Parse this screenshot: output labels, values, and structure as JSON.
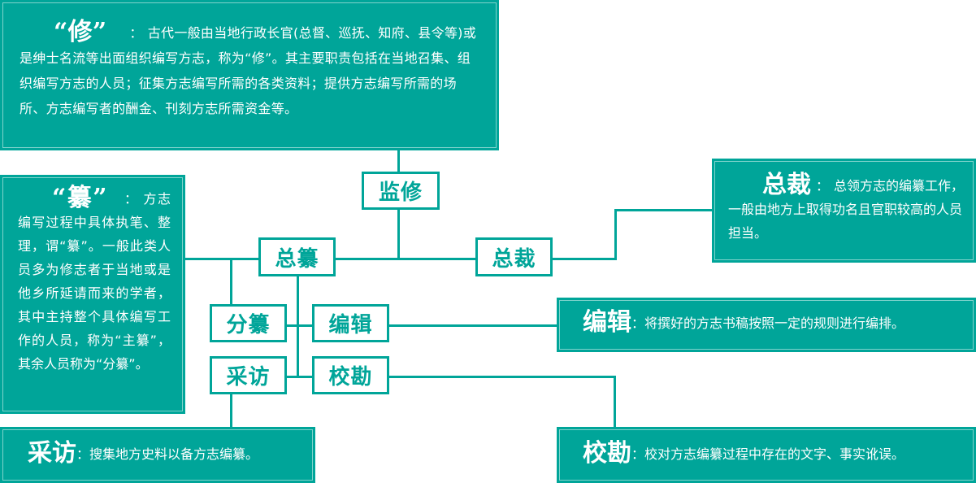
{
  "nodes": {
    "jianxiu": "监修",
    "zongzuan": "总纂",
    "zongcai": "总裁",
    "fenzuan": "分纂",
    "bianji": "编辑",
    "caifang": "采访",
    "jiaokan": "校勘"
  },
  "panels": {
    "xiu": {
      "term": "“修”",
      "colon": "：",
      "text": "古代一般由当地行政长官(总督、巡抚、知府、县令等)或是绅士名流等出面组织编写方志，称为“修”。其主要职责包括在当地召集、组织编写方志的人员；征集方志编写所需的各类资料；提供方志编写所需的场所、方志编写者的酬金、刊刻方志所需资金等。"
    },
    "zuan": {
      "term": "“纂”",
      "colon": "：",
      "text": "方志编写过程中具体执笔、整理，谓“纂”。一般此类人员多为修志者于当地或是他乡所延请而来的学者，其中主持整个具体编写工作的人员，称为“主纂”，其余人员称为“分纂”。"
    },
    "zongcai": {
      "term": "总裁",
      "colon": "：",
      "text": "总领方志的编纂工作，一般由地方上取得功名且官职较高的人员担当。"
    },
    "bianji": {
      "term": "编辑",
      "colon": "：",
      "text": "将撰好的方志书稿按照一定的规则进行编排。"
    },
    "caifang": {
      "term": "采访",
      "colon": "：",
      "text": "搜集地方史料以备方志编纂。"
    },
    "jiaokan": {
      "term": "校勘",
      "colon": "：",
      "text": "校对方志编纂过程中存在的文字、事实讹误。"
    }
  }
}
